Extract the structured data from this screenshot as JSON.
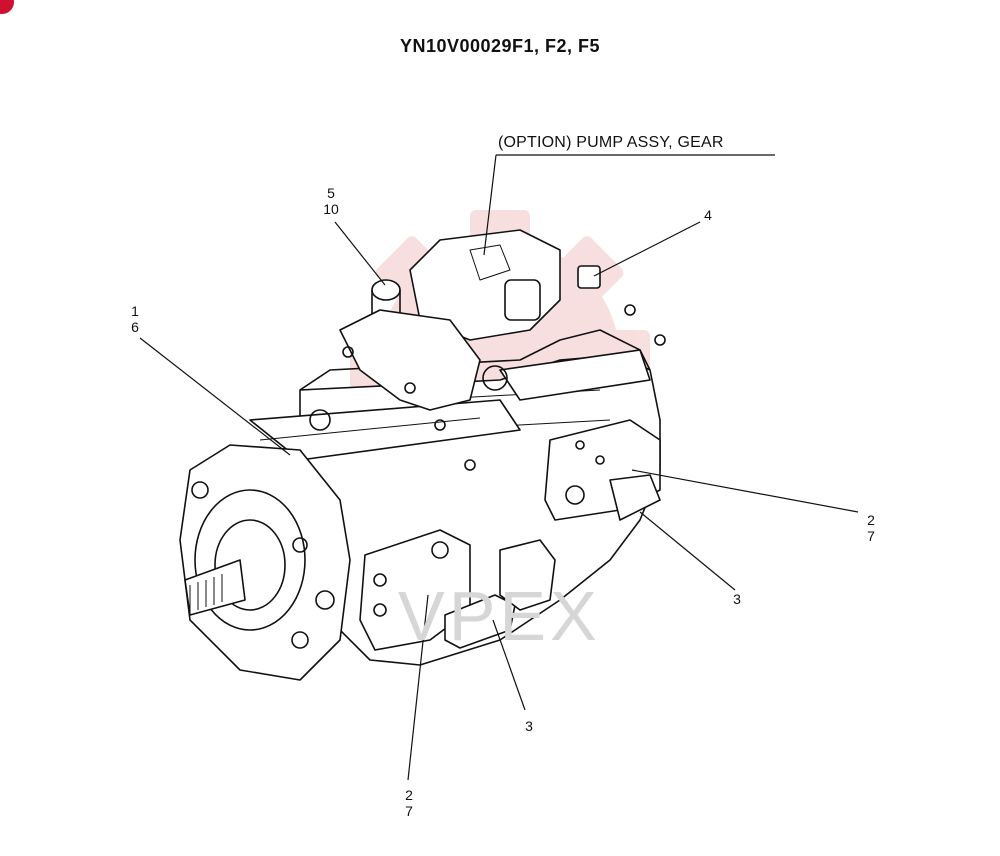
{
  "header": {
    "title": "YN10V00029F1, F2, F5"
  },
  "option_label": "(OPTION) PUMP ASSY, GEAR",
  "callouts": [
    {
      "id": "c1-6",
      "lines": [
        "1",
        "6"
      ]
    },
    {
      "id": "c5-10",
      "lines": [
        "5",
        "10"
      ]
    },
    {
      "id": "c4",
      "lines": [
        "4"
      ]
    },
    {
      "id": "c2-7-r",
      "lines": [
        "2",
        "7"
      ]
    },
    {
      "id": "c3-r",
      "lines": [
        "3"
      ]
    },
    {
      "id": "c3-b",
      "lines": [
        "3"
      ]
    },
    {
      "id": "c2-7-b",
      "lines": [
        "2",
        "7"
      ]
    }
  ],
  "watermark": {
    "text": "VPEX",
    "color": "#e8a0a0"
  },
  "colors": {
    "line": "#111111",
    "brand": "#d01030"
  }
}
